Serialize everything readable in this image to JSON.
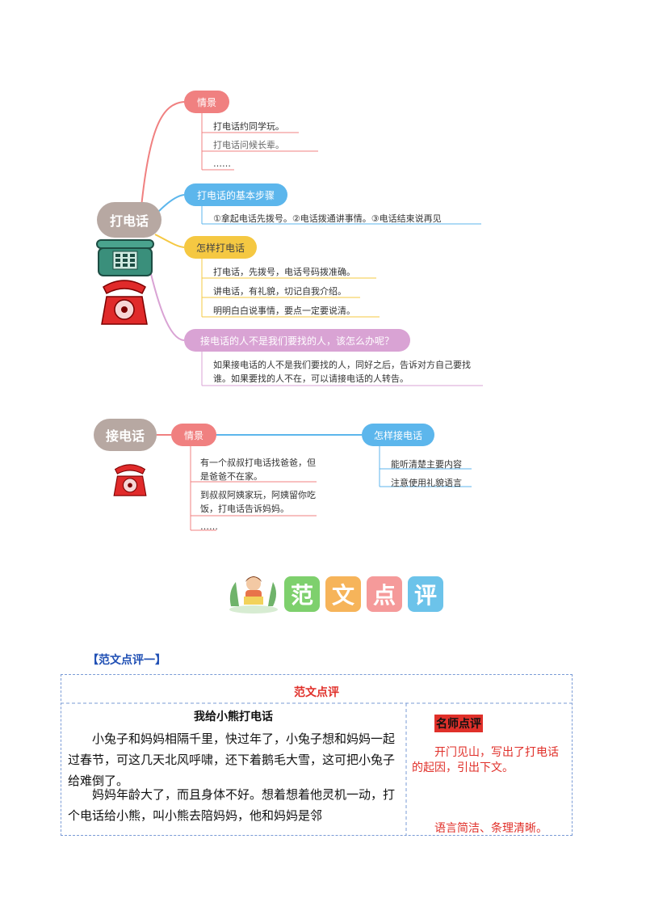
{
  "mindmap_call": {
    "root": "打电话",
    "branches": [
      {
        "title": "情景",
        "items": [
          "打电话约同学玩。",
          "打电话问候长辈。",
          "……"
        ]
      },
      {
        "title": "打电话的基本步骤",
        "items": [
          "①拿起电话先拨号。②电话拨通讲事情。③电话结束说再见"
        ]
      },
      {
        "title": "怎样打电话",
        "items": [
          "打电话，先拨号，电话号码拨准确。",
          "讲电话，有礼貌，切记自我介绍。",
          "明明白白说事情，要点一定要说清。"
        ]
      },
      {
        "title": "接电话的人不是我们要找的人，该怎么办呢？",
        "items": [
          "如果接电话的人不是我们要找的人，同好之后，告诉对方自己要找谁。如果要找的人不在，可以请接电话的人转告。"
        ]
      }
    ]
  },
  "mindmap_answer": {
    "root": "接电话",
    "branch_scene": {
      "title": "情景",
      "items": [
        "有一个叔叔打电话找爸爸，但是爸爸不在家。",
        "到叔叔阿姨家玩，阿姨留你吃饭，打电话告诉妈妈。",
        "……"
      ]
    },
    "branch_how": {
      "title": "怎样接电话",
      "items": [
        "能听清楚主要内容",
        "注意使用礼貌语言"
      ]
    }
  },
  "banner": {
    "chars": [
      "范",
      "文",
      "点",
      "评"
    ]
  },
  "section_label": "【范文点评一】",
  "table": {
    "header": "范文点评",
    "essay_title": "我给小熊打电话",
    "paragraphs": [
      "小兔子和妈妈相隔千里，快过年了，小兔子想和妈妈一起过春节，可这几天北风呼啸，还下着鹅毛大雪，这可把小兔子给难倒了。",
      "妈妈年龄大了，而且身体不好。想着想着他灵机一动，打个电话给小熊，叫小熊去陪妈妈，他和妈妈是邻"
    ],
    "comment_heading": "名师点评",
    "comments": [
      "开门见山，写出了打电话的起因，引出下文。",
      "语言简洁、条理清晰。"
    ]
  },
  "colors": {
    "red": "#f08080",
    "blue": "#5cb6ec",
    "yellow": "#f5c842",
    "pink": "#d9a3d4",
    "root": "#b7a8a2",
    "link": "#1f4fb4",
    "comment": "#e0302a"
  }
}
